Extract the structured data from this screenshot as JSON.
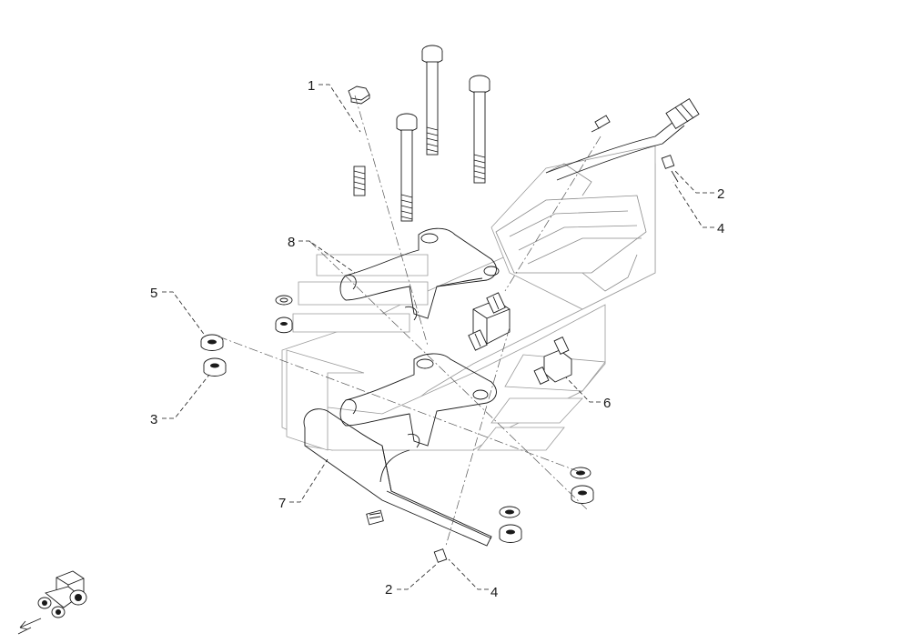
{
  "callouts": [
    {
      "id": "1",
      "label": "1"
    },
    {
      "id": "2a",
      "label": "2"
    },
    {
      "id": "4a",
      "label": "4"
    },
    {
      "id": "8",
      "label": "8"
    },
    {
      "id": "5",
      "label": "5"
    },
    {
      "id": "3",
      "label": "3"
    },
    {
      "id": "6",
      "label": "6"
    },
    {
      "id": "7",
      "label": "7"
    },
    {
      "id": "2b",
      "label": "2"
    },
    {
      "id": "4b",
      "label": "4"
    }
  ],
  "icons": [
    "tractor-orientation-icon"
  ]
}
